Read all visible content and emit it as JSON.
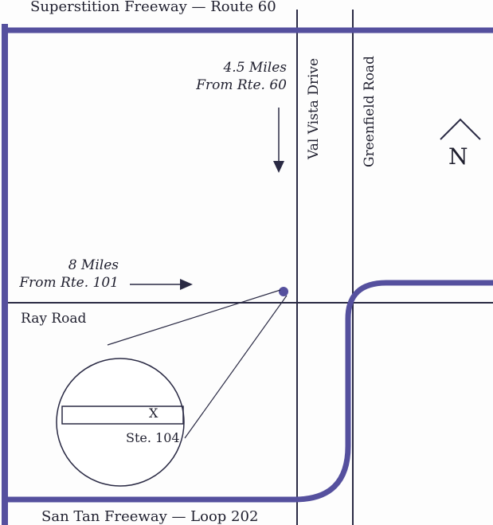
{
  "roads": {
    "top_freeway": "Superstition Freeway — Route 60",
    "bottom_freeway": "San Tan Freeway — Loop 202",
    "val_vista": "Val Vista Drive",
    "greenfield": "Greenfield Road",
    "ray": "Ray Road"
  },
  "directions": {
    "south_line1": "4.5 Miles",
    "south_line2": "From Rte. 60",
    "east_line1": "8 Miles",
    "east_line2": "From Rte. 101"
  },
  "inset": {
    "marker": "X",
    "suite": "Ste. 104"
  },
  "compass": {
    "label": "N"
  },
  "colors": {
    "freeway": "#55509e",
    "street": "#2a2a44"
  }
}
